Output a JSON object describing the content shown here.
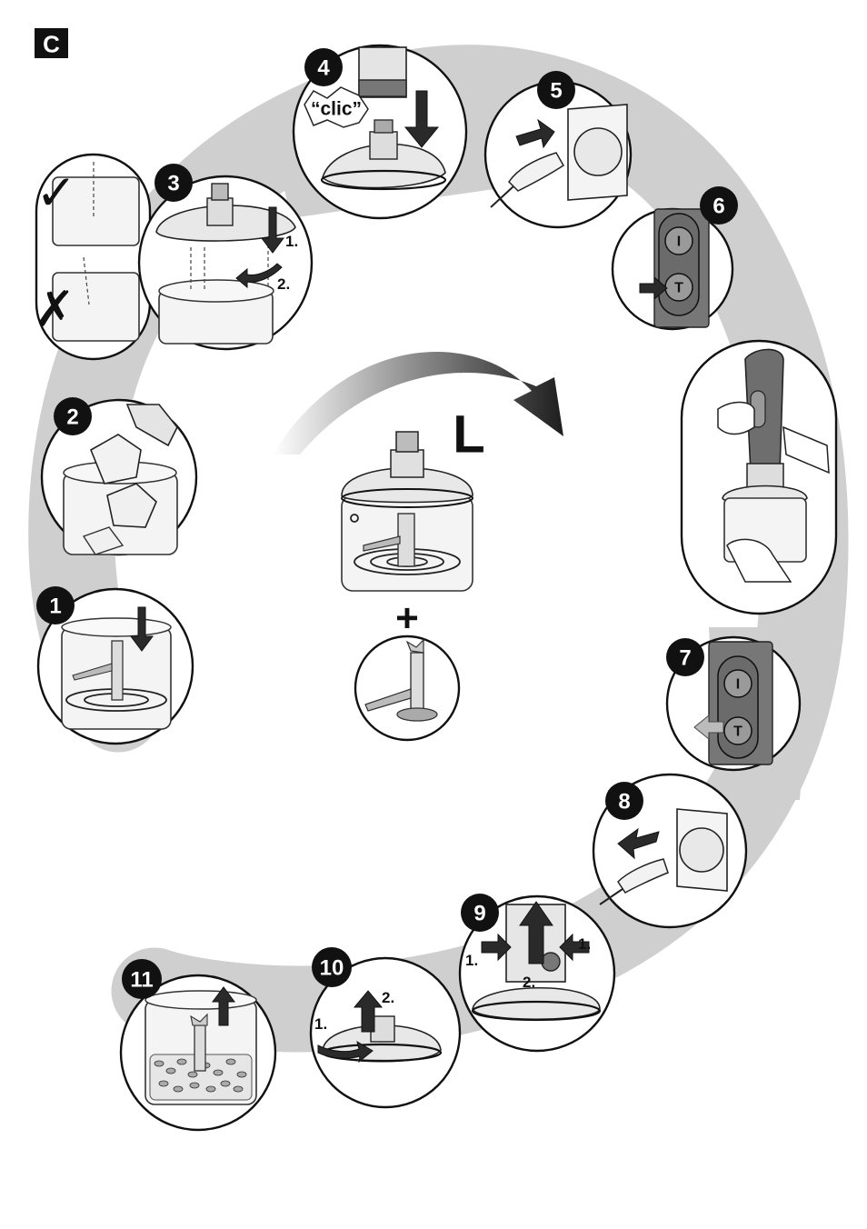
{
  "section_letter": "C",
  "center_label": "L",
  "plus_sign": "+",
  "sound_label": "“clic”",
  "steps": [
    "1",
    "2",
    "3",
    "4",
    "5",
    "6",
    "7",
    "8",
    "9",
    "10",
    "11"
  ],
  "sub_steps": {
    "step3_first": "1.",
    "step3_second": "2.",
    "step9_left": "1.",
    "step9_right": "1.",
    "step9_middle": "2.",
    "step10_first": "1.",
    "step10_second": "2."
  },
  "button_glyphs": {
    "on": "I",
    "turbo": "T"
  },
  "marks": {
    "correct": "✓",
    "wrong": "✗"
  },
  "colors": {
    "ink": "#111111",
    "path_grey": "#cfcfcf",
    "device_grey": "#6b6b6b",
    "background": "#ffffff"
  }
}
